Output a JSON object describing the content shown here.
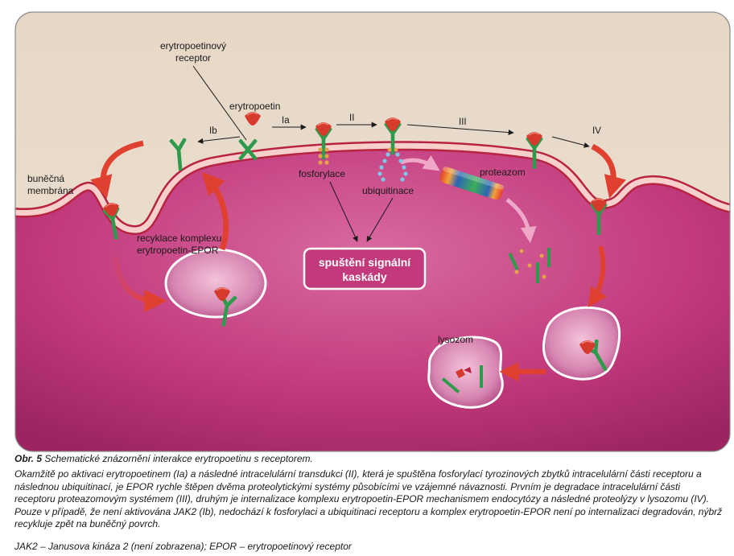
{
  "figure": {
    "labels": {
      "receptor": [
        "erytropoetinový",
        "receptor"
      ],
      "erythropoietin": "erytropoetin",
      "membrane": [
        "buněčná",
        "membrána"
      ],
      "phosphorylation": "fosforylace",
      "ubiquitination": "ubiquitinace",
      "proteasome": "proteazom",
      "recycling": [
        "recyklace komplexu",
        "erytropoetin-EPOR"
      ],
      "signal_box": [
        "spuštění signální",
        "kaskády"
      ],
      "lysosome": "lysozom"
    },
    "steps": {
      "Ia": "Ia",
      "Ib": "Ib",
      "II": "II",
      "III": "III",
      "IV": "IV"
    },
    "colors": {
      "cell": "#c23a7c",
      "extracellular": "#eadcc9",
      "membrane": "#f5c9c6",
      "receptor": "#2e9a4c",
      "ligand": "#d63a2c",
      "arrow": "#e0402f"
    }
  },
  "caption": {
    "number": "Obr. 5",
    "title": "Schematické znázornění interakce erytropoetinu s receptorem.",
    "body": "Okamžitě po aktivaci erytropoetinem (Ia) a následné intracelulární transdukci (II), která je spuštěna fosforylací tyrozinových zbytků intracelulární části receptoru a následnou ubiquitinací, je EPOR rychle štěpen dvěma proteolytickými systémy působícími ve vzájemné návaznosti. Prvním je degradace intracelulární části receptoru proteazomovým systémem (III), druhým je internalizace komplexu erytropoetin-EPOR mechanismem endocytózy a následné proteolýzy v lysozomu (IV). Pouze v případě, že není aktivována JAK2 (Ib), nedochází k fosforylaci a ubiquitinaci receptoru a komplex erytropoetin-EPOR není po internalizaci degradován, nýbrž recykluje zpět na buněčný povrch.",
    "abbreviations": "JAK2 – Janusova kináza 2 (není zobrazena); EPOR – erytropoetinový receptor"
  }
}
